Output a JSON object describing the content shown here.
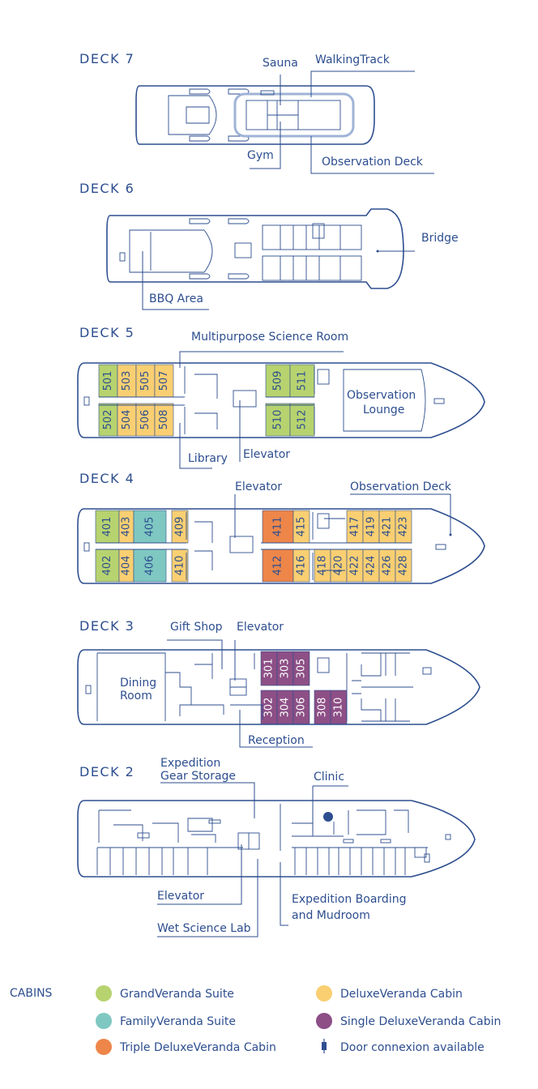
{
  "colors": {
    "line": "#2d4e8f",
    "grand_veranda_suite": "#b7d36f",
    "family_veranda_suite": "#7fc8c1",
    "triple_deluxe_veranda_cabin": "#ee8649",
    "deluxe_veranda_cabin": "#f9cf72",
    "single_deluxe_veranda_cabin": "#8d4f86"
  },
  "decks": {
    "d7": {
      "title": "DECK 7",
      "sauna": "Sauna",
      "walking_track": "WalkingTrack",
      "gym": "Gym",
      "observation_deck": "Observation Deck"
    },
    "d6": {
      "title": "DECK 6",
      "bridge": "Bridge",
      "bbq_area": "BBQ Area"
    },
    "d5": {
      "title": "DECK 5",
      "science_room": "Multipurpose Science Room",
      "observation_lounge_1": "Observation",
      "observation_lounge_2": "Lounge",
      "library": "Library",
      "elevator": "Elevator",
      "cabins": [
        "501",
        "503",
        "505",
        "507",
        "502",
        "504",
        "506",
        "508",
        "509",
        "511",
        "510",
        "512"
      ]
    },
    "d4": {
      "title": "DECK 4",
      "elevator": "Elevator",
      "observation_deck": "Observation Deck",
      "cabins": [
        "401",
        "403",
        "405",
        "409",
        "402",
        "404",
        "406",
        "410",
        "411",
        "415",
        "412",
        "416",
        "417",
        "419",
        "421",
        "423",
        "418",
        "420",
        "422",
        "424",
        "426",
        "428"
      ]
    },
    "d3": {
      "title": "DECK 3",
      "gift_shop": "Gift Shop",
      "elevator": "Elevator",
      "dining_1": "Dining",
      "dining_2": "Room",
      "reception": "Reception",
      "cabins": [
        "301",
        "303",
        "305",
        "302",
        "304",
        "306",
        "308",
        "310"
      ]
    },
    "d2": {
      "title": "DECK 2",
      "gear_1": "Expedition",
      "gear_2": "Gear Storage",
      "clinic": "Clinic",
      "elevator": "Elevator",
      "wet_lab": "Wet Science Lab",
      "boarding_1": "Expedition Boarding",
      "boarding_2": "and Mudroom"
    }
  },
  "legend": {
    "title": "CABINS",
    "grand_veranda_suite": "GrandVeranda Suite",
    "family_veranda_suite": "FamilyVeranda Suite",
    "triple_deluxe_veranda_cabin": "Triple DeluxeVeranda Cabin",
    "deluxe_veranda_cabin": "DeluxeVeranda Cabin",
    "single_deluxe_veranda_cabin": "Single DeluxeVeranda Cabin",
    "door_connexion": "Door connexion available"
  }
}
